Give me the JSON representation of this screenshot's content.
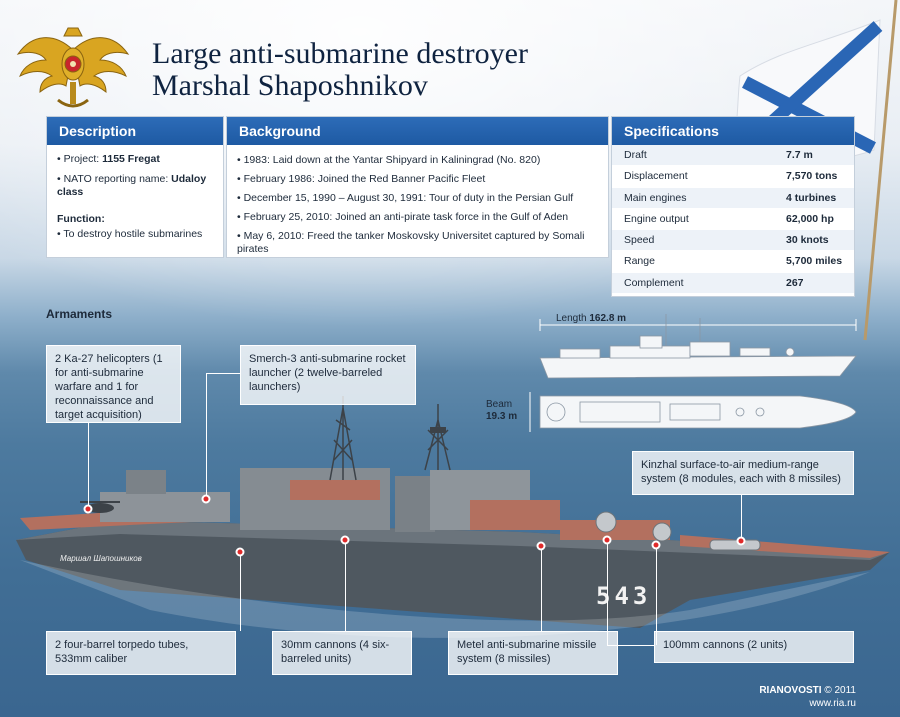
{
  "header": {
    "title_line1": "Large anti-submarine destroyer",
    "title_line2": "Marshal Shaposhnikov"
  },
  "description": {
    "heading": "Description",
    "project_label": "Project: ",
    "project_value": "1155 Fregat",
    "nato_label": "NATO reporting name: ",
    "nato_value": "Udaloy class",
    "function_label": "Function:",
    "function_value": "To destroy hostile submarines"
  },
  "background": {
    "heading": "Background",
    "items": [
      "1983: Laid down at the Yantar Shipyard in Kaliningrad (No. 820)",
      "February 1986: Joined the Red Banner Pacific Fleet",
      "December 15, 1990 – August 30, 1991: Tour of duty in the Persian Gulf",
      "February 25, 2010: Joined an anti-pirate task force in the Gulf of Aden",
      "May 6, 2010: Freed the tanker Moskovsky Universitet captured by Somali pirates"
    ]
  },
  "specifications": {
    "heading": "Specifications",
    "rows": [
      {
        "label": "Draft",
        "value": "7.7 m"
      },
      {
        "label": "Displacement",
        "value": "7,570 tons"
      },
      {
        "label": "Main engines",
        "value": "4 turbines"
      },
      {
        "label": "Engine output",
        "value": "62,000 hp"
      },
      {
        "label": "Speed",
        "value": "30 knots"
      },
      {
        "label": "Range",
        "value": "5,700 miles"
      },
      {
        "label": "Complement",
        "value": "267"
      }
    ]
  },
  "armaments": {
    "heading": "Armaments",
    "callouts": {
      "helicopters": "2 Ka-27 helicopters (1 for anti-submarine warfare and 1 for reconnaissance and target acquisition)",
      "smerch": "Smerch-3 anti-submarine rocket launcher (2 twelve-barreled launchers)",
      "kinzhal": "Kinzhal surface-to-air medium-range system (8 modules, each with 8 missiles)",
      "torpedo": "2 four-barrel torpedo tubes, 533mm caliber",
      "cannons30": "30mm cannons (4 six-barreled units)",
      "metel": "Metel anti-submarine missile system (8 missiles)",
      "cannons100": "100mm cannons (2 units)"
    }
  },
  "dimensions": {
    "length_label": "Length",
    "length_value": "162.8 m",
    "beam_label": "Beam",
    "beam_value": "19.3 m"
  },
  "ship": {
    "hull_number": "543",
    "name_on_hull": "Маршал Шапошников"
  },
  "credit": {
    "brand": "RIANOVOSTI",
    "year": "© 2011",
    "site": "www.ria.ru"
  },
  "colors": {
    "panel_header": "#1e5aa3",
    "marker": "#e02a2a",
    "title": "#0f2340"
  }
}
